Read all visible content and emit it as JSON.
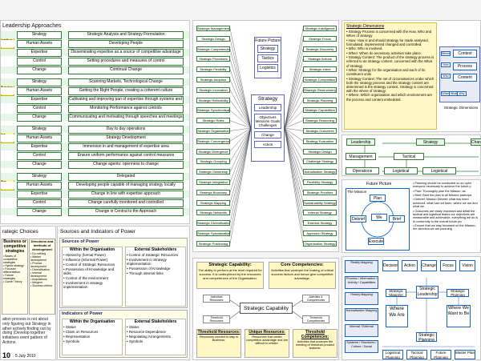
{
  "leadership": {
    "title": "Leadership Approaches",
    "side_labels": [
      "ention",
      "havior",
      "er",
      "for nge"
    ],
    "groups": [
      {
        "rows": [
          [
            "Strategy",
            "Strategic Analysis and Strategy Formulation"
          ],
          [
            "Human Assets",
            "Developing People"
          ],
          [
            "Expertise",
            "Disseminating expertise as a source of competitive advantage"
          ],
          [
            "Control",
            "Setting procedures and measures of control"
          ],
          [
            "Change",
            "Continual Change"
          ]
        ]
      },
      {
        "rows": [
          [
            "Strategy",
            "Scanning Markets, Technological Change"
          ],
          [
            "Human Assets",
            "Getting the Right People, creating a coherent culture"
          ],
          [
            "Expertise",
            "Cultivating and improving pan of expertise through systems and procedures"
          ],
          [
            "Control",
            "Monitoring Performance against controls"
          ],
          [
            "Change",
            "Communicating and motivating through speeches and meetings"
          ]
        ]
      },
      {
        "rows": [
          [
            "Strategy",
            "Day to day operations"
          ],
          [
            "Human Assets",
            "Strategy Development"
          ],
          [
            "Expertise",
            "Immersion in and management of expertise area"
          ],
          [
            "Control",
            "Ensure uniform performance against control measures"
          ],
          [
            "Change",
            "Change agents: openness to change"
          ]
        ]
      },
      {
        "rows": [
          [
            "Strategy",
            "Delegated"
          ],
          [
            "Human Assets",
            "Developing people capable of managing strategy locally"
          ],
          [
            "Expertise",
            "Change in line with expertise approach"
          ],
          [
            "Control",
            "Change carefully monitored and controlled"
          ],
          [
            "Change",
            "Change is Central to the Approach"
          ]
        ]
      }
    ]
  },
  "choices": {
    "title": "rategic Choices",
    "col1_title": "Business or competitive strategies",
    "col2_title": "Directions and methods of development",
    "col1_items": [
      "Bases of competitive strategies",
      "Hybrid strategy",
      "Focused differentiation",
      "Failure strategies",
      "Game Theory"
    ],
    "col2_items": [
      "Do nothing",
      "Market development",
      "Product development",
      "Diversification",
      "Internal development",
      "Acquisitions",
      "Mergers",
      "Success criteria"
    ],
    "note": "ation process is not about only figuring out Strategy in ather actively finding out by doing (Develop together initiatives erent pattern of Actions.",
    "page": "10",
    "date": "5 July 2010"
  },
  "power": {
    "title": "Sources and Indicators of Power",
    "sources": {
      "heading": "Sources of Power",
      "col1_title": "Within the Organisation",
      "col1_items": [
        "Hierarchy (formal Power)",
        "Influence (informal Power)",
        "Control of Strategic Resources",
        "Possession of Knowledge and skills",
        "Control of the environment",
        "Involvement in strategy implementation"
      ],
      "col2_title": "External Stakeholders",
      "col2_items": [
        "Control of Strategic Resources",
        "Involvement in Strategy implementation",
        "Possession of Knowledge",
        "Through internal links"
      ]
    },
    "indicators": {
      "heading": "Indicators of Power",
      "col1_title": "Within the Organisation",
      "col1_items": [
        "Status",
        "Claim on Resources",
        "Representation",
        "Symbols"
      ],
      "col2_title": "External Stakeholders",
      "col2_items": [
        "Status",
        "Resource Dependence",
        "Negotiating Arrangements",
        "Symbols"
      ]
    }
  },
  "mindmap": {
    "left_items": [
      "Strategic Management",
      "Strategic Design",
      "Strategic Competencies",
      "Strategic Processes",
      "Strategic Flexibility",
      "Strategic Adoption",
      "Strategic Innovation",
      "Strategic Reflexibility",
      "Strategic Synchronisation",
      "Strategic Rules",
      "Strategic Organisation",
      "Strategic Convergence",
      "Strategic Divergence",
      "Strategic Grouping",
      "Strategic Ownership",
      "Strategic Integration",
      "Strategic Boundary",
      "Strategic Mapping",
      "Strategic Networks",
      "Strategic Diversification",
      "Strategic Specialization",
      "Strategic Positioning"
    ],
    "right_items": [
      "Strategic Intelligence",
      "Strategic Focus",
      "Strategic Discovery",
      "Strategic Actions",
      "Strategic Intent",
      "Strategic Competition",
      "Strategic Restructuring",
      "Strategic Planning",
      "Strategic Capabilities",
      "Strategic Reasoning",
      "Strategic Outcomes",
      "Strategy Evaluation",
      "Strategic Design",
      "Challenge Strategy",
      "Actualisation Strategy",
      "Flexibility Strategy",
      "Strategic Priorities",
      "Sustainability Strategy",
      "Internal Strategy",
      "External Strategy",
      "Approach Strategy",
      "Organisation Strategy"
    ],
    "future_title": "Future Picture",
    "future_items": [
      "Strategy",
      "Tactics",
      "Logistics"
    ],
    "center_title": "Strategy",
    "center_items": [
      "Leadership",
      "Objectives Missions Goals Challenges",
      "Change",
      "Action"
    ]
  },
  "capability": {
    "cap_title": "Strategic Capability:",
    "cap_text": "The ability to perform at the level required for success. It is underpinned by the resources and competences of the Organisation.",
    "core_title": "Core Competencies:",
    "core_text": "Activities that underpin the making of critical success factors and hence give competitive advantage.",
    "center": "Strategic Capability",
    "ins_tl": "Individual Resources",
    "ins_tr": "Activities & Competencies",
    "ins_bl": "Threshold Resources",
    "ins_br": "Threshold Competencies",
    "bottom": [
      {
        "title": "Threshold Resources:",
        "text": "Resources needed to stay in Business."
      },
      {
        "title": "Unique Resources:",
        "text": "Resources that create competitive advantage and are difficult to imitate."
      },
      {
        "title": "Threshold Competences:",
        "text": "Activities that underpin the meeting of threshold product features."
      }
    ]
  },
  "dimensions": {
    "title": "Strategic Dimensions",
    "items": [
      "Strategy Process is concerned with the How, Who and When of strategy",
      "How: How is and should strategy be made analysed, formulated, implemented changed and controlled.",
      "Who: Who is involved.",
      "When: When do necessary activities take place.",
      "Strategy Content: The product of the strategy process is referred to as strategy content. concerned with the What of strategy.",
      "What: Strategy for the organisation and each of its constituent units",
      "Strategy Context: The set of circumstances under which both the strategy process and the strategy content are determined is the strategy context. Strategy is concerned with the where of strategy.",
      "Where: Which organisation and which environment are the process and content embedded."
    ],
    "diagram_labels": [
      "Context",
      "Process",
      "Content",
      "Strategic Dimensions"
    ],
    "small_labels": [
      "Where",
      "How",
      "Who",
      "When",
      "What",
      "Why"
    ]
  },
  "flow": {
    "top": [
      "Leadership",
      "Strategy",
      "Change"
    ],
    "middle": [
      "Management",
      "Tactical"
    ],
    "bottom": [
      "Operations",
      "Logistical",
      "Logistical"
    ]
  },
  "plan": {
    "title": "Future Picture",
    "left_title": "The Mission",
    "nodes": [
      "Plan",
      "We",
      "Debrief",
      "Brief",
      "Execute"
    ],
    "notes": [
      "Planning should be conducted so an open everyone necessary to achieve the future p",
      "Plan: Thoroughly plan the Mission, as",
      "Brief: Brief the plan to all Mission participa",
      "Debrief: Mission Debrief: what has been achieved, what has not been, where we are and what we",
      "Outcomes are vitally important and detail the tactical and logistical teams our objectives are measurable and achievable. everything we do is in conformity to the overall future pic",
      "Ensure that we stay focussed on the Mission; the direction we are pursuing."
    ]
  },
  "mapping": {
    "left_items": [
      "Reality Mapping",
      "Process / Information / Activity / Capabilities",
      "History Mapping",
      "Normalisation Mapping",
      "Internal / External",
      "Systems / Structures / Culture / Social"
    ],
    "top": [
      "Decision",
      "Action",
      "Change",
      "Focus",
      "Vision"
    ],
    "center": "Strategic Leadership",
    "left_node": "Strategic Mapping",
    "right_node": "Strategic Planning",
    "where_are": "Where We Are",
    "where_be": "Where We Want to Be",
    "bottom_center": "Strategic Planning",
    "bottom": [
      "Logistical Planning",
      "Tactical Planning",
      "Future Planning",
      "Master Plan"
    ]
  }
}
